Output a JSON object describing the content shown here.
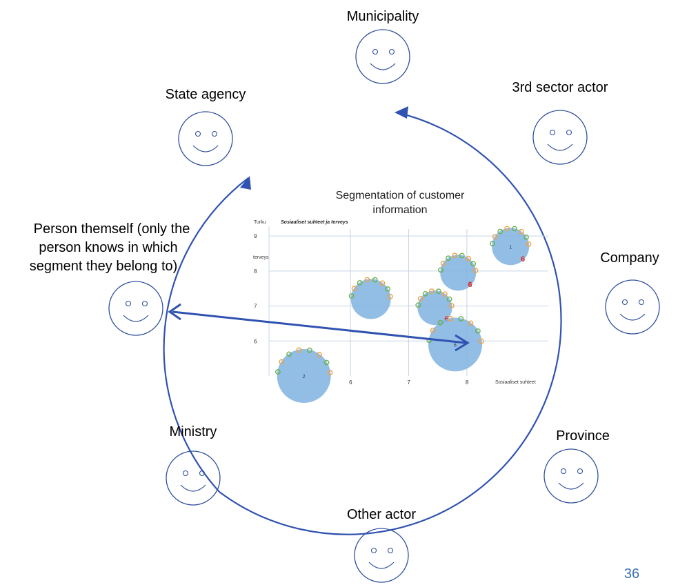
{
  "colors": {
    "actor_stroke": "#2f4f9f",
    "cycle_arrow": "#3052b0",
    "double_arrow": "#3052b0",
    "bubble": "#7fb3e0",
    "gridline": "#c8d4e6",
    "icon_green": "#6ab04c",
    "icon_orange": "#f0a040",
    "icon_red": "#e02020",
    "page_number": "#3a6fb0"
  },
  "actors": [
    {
      "id": "municipality",
      "label": "Municipality",
      "icon": "smiley-face-icon"
    },
    {
      "id": "third_sector",
      "label": "3rd sector actor",
      "icon": "smiley-face-icon"
    },
    {
      "id": "company",
      "label": "Company",
      "icon": "smiley-face-icon"
    },
    {
      "id": "province",
      "label": "Province",
      "icon": "smiley-face-icon"
    },
    {
      "id": "other_actor",
      "label": "Other actor",
      "icon": "smiley-face-icon"
    },
    {
      "id": "ministry",
      "label": "Ministry",
      "icon": "smiley-face-icon"
    },
    {
      "id": "state_agency",
      "label": "State agency",
      "icon": "smiley-face-icon"
    },
    {
      "id": "person",
      "label_lines": [
        "Person themself (only the",
        "person knows in which",
        "segment they belong to)"
      ],
      "icon": "smiley-face-icon"
    }
  ],
  "center": {
    "title_lines": [
      "Segmentation of customer",
      "information"
    ]
  },
  "chart_data": {
    "type": "scatter",
    "title": "Sosiaaliset suhteet ja terveys",
    "top_left_label": "Turku",
    "xlabel": "Sosiaaliset suhteet",
    "ylabel": "terveys",
    "x_ticks": [
      "6",
      "7",
      "8"
    ],
    "y_ticks": [
      "6",
      "7",
      "8",
      "9"
    ],
    "xlim": [
      4.6,
      9.4
    ],
    "ylim": [
      5.0,
      9.2
    ],
    "points": [
      {
        "x": 5.2,
        "y": 5.0,
        "size": 3,
        "label": "2"
      },
      {
        "x": 6.35,
        "y": 7.2,
        "size": 2,
        "label": ""
      },
      {
        "x": 7.45,
        "y": 6.95,
        "size": 1.6,
        "label": "",
        "segment": "6"
      },
      {
        "x": 7.85,
        "y": 7.95,
        "size": 1.7,
        "label": "",
        "segment": "6"
      },
      {
        "x": 7.8,
        "y": 5.9,
        "size": 3,
        "label": "6"
      },
      {
        "x": 8.75,
        "y": 8.7,
        "size": 1.8,
        "label": "1",
        "segment": "6"
      }
    ]
  },
  "page_number": "36"
}
